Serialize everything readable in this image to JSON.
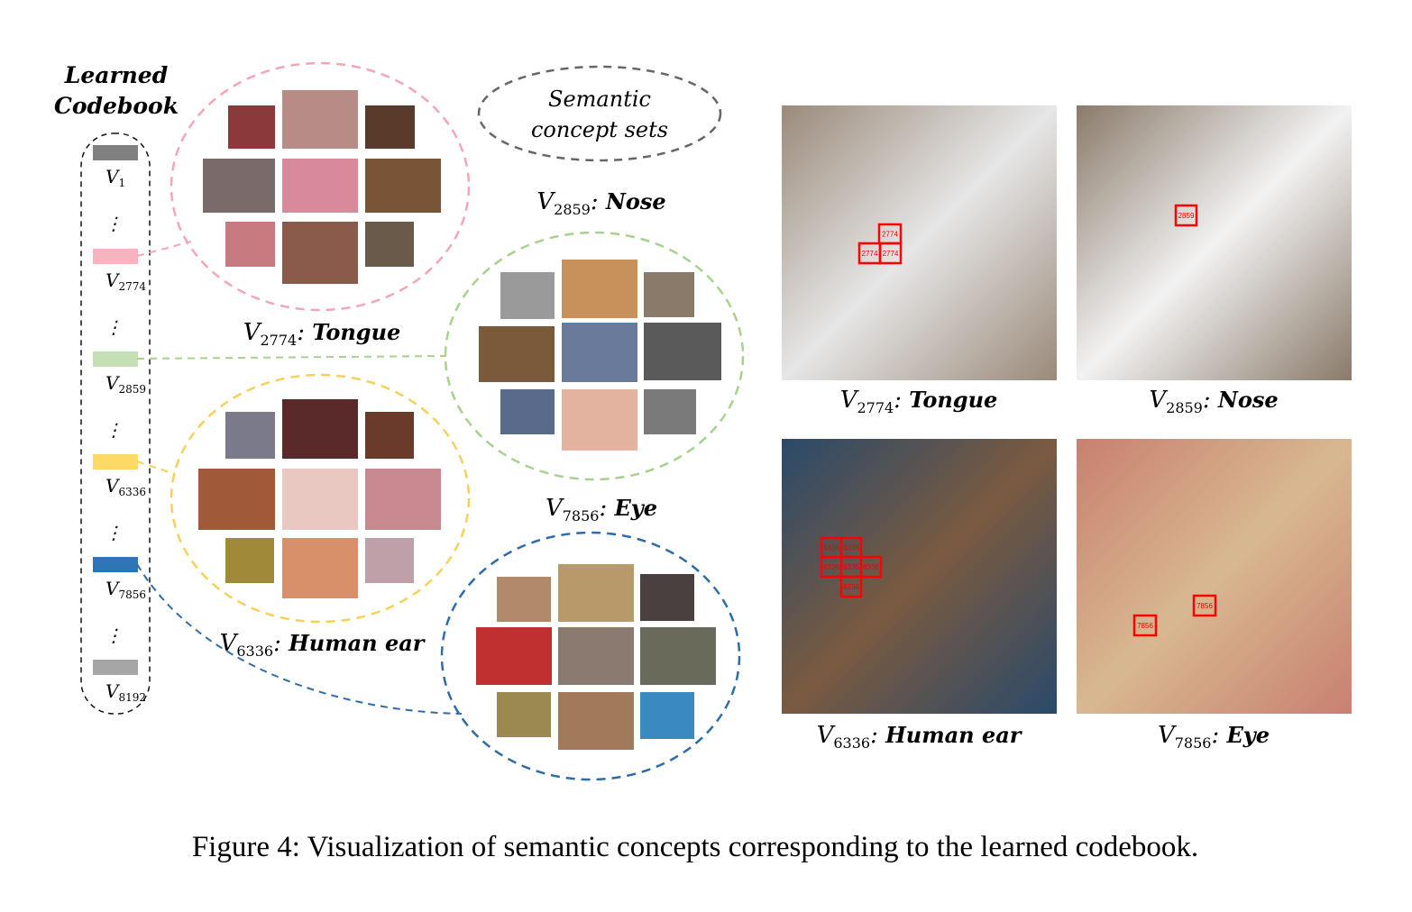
{
  "codebook": {
    "title_line1": "Learned",
    "title_line2": "Codebook",
    "symbol": "V",
    "entries": [
      {
        "index": "1",
        "color": "#808080"
      },
      {
        "index": "2774",
        "color": "#f7b4c0"
      },
      {
        "index": "2859",
        "color": "#c5e0b4"
      },
      {
        "index": "6336",
        "color": "#ffd966"
      },
      {
        "index": "7856",
        "color": "#2e75b6"
      },
      {
        "index": "8192",
        "color": "#a6a6a6"
      }
    ],
    "ellipsis": "⋮"
  },
  "semantic_sets": {
    "label_line1": "Semantic",
    "label_line2": "concept sets"
  },
  "concepts": [
    {
      "index": "2774",
      "name": "Tongue",
      "color": "#f4a6b4"
    },
    {
      "index": "2859",
      "name": "Nose",
      "color": "#a9d18e"
    },
    {
      "index": "6336",
      "name": "Human ear",
      "color": "#f5d15a"
    },
    {
      "index": "7856",
      "name": "Eye",
      "color": "#2e6ca8"
    }
  ],
  "examples": [
    {
      "index": "2774",
      "name": "Tongue",
      "box_label": "2774"
    },
    {
      "index": "2859",
      "name": "Nose",
      "box_label": "2859"
    },
    {
      "index": "6336",
      "name": "Human ear",
      "box_label": "6336"
    },
    {
      "index": "7856",
      "name": "Eye",
      "box_label": "7856"
    }
  ],
  "caption": "Figure 4: Visualization of semantic concepts corresponding to the learned codebook."
}
